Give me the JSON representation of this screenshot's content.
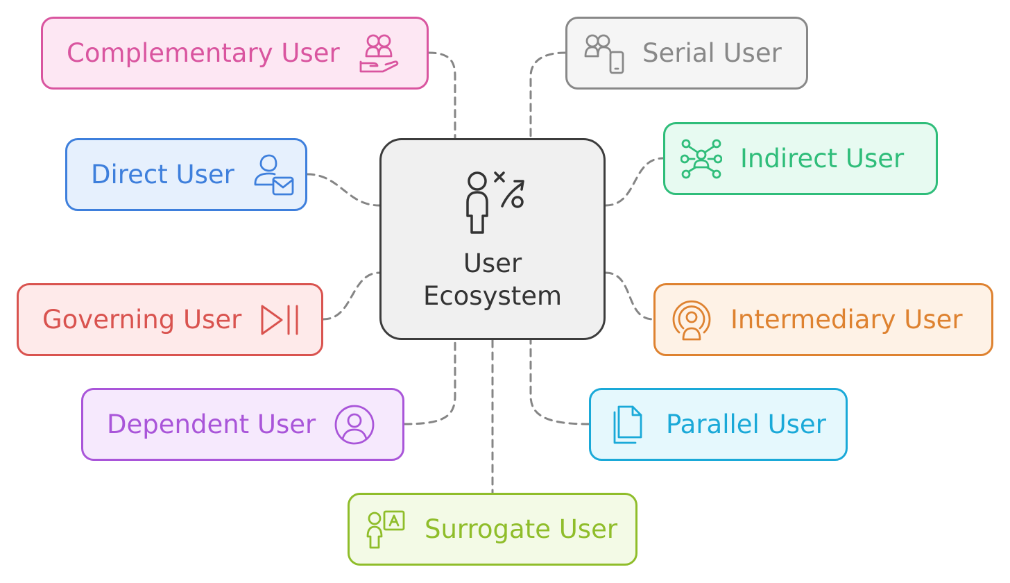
{
  "hub": {
    "line1": "User",
    "line2": "Ecosystem",
    "icon": "user-strategy-icon"
  },
  "nodes": {
    "complementary": {
      "label": "Complementary User",
      "icon": "users-hand-icon",
      "color": "#d9559f",
      "fill": "#fde7f3"
    },
    "serial": {
      "label": "Serial User",
      "icon": "users-phone-icon",
      "color": "#888888",
      "fill": "#f5f5f5"
    },
    "direct": {
      "label": "Direct User",
      "icon": "user-mail-icon",
      "color": "#3e7fdc",
      "fill": "#e6f0fd"
    },
    "indirect": {
      "label": "Indirect User",
      "icon": "network-user-icon",
      "color": "#2fbd7a",
      "fill": "#e7faf1"
    },
    "governing": {
      "label": "Governing User",
      "icon": "play-pause-icon",
      "color": "#d9534f",
      "fill": "#feeaea"
    },
    "intermediary": {
      "label": "Intermediary User",
      "icon": "broadcast-user-icon",
      "color": "#de8230",
      "fill": "#fef2e6"
    },
    "dependent": {
      "label": "Dependent User",
      "icon": "user-circle-icon",
      "color": "#a955d9",
      "fill": "#f6e9fd"
    },
    "parallel": {
      "label": "Parallel User",
      "icon": "documents-icon",
      "color": "#1aa9d8",
      "fill": "#e5f8fd"
    },
    "surrogate": {
      "label": "Surrogate User",
      "icon": "user-translate-icon",
      "color": "#8fbd2a",
      "fill": "#f3fae6"
    }
  }
}
